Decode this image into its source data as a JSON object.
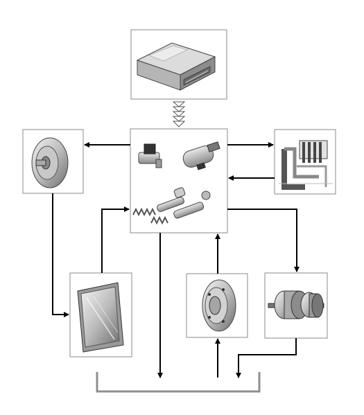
{
  "diagram": {
    "colors": {
      "box_border": "#8a8a8a",
      "arrow": "#000000",
      "sump": "#8f8f8f",
      "metal_light": "#d9d9d9",
      "metal_mid": "#a8a8a8",
      "metal_dark": "#5a5a5a"
    },
    "nodes": [
      {
        "id": "control-unit",
        "icon": "control-module-icon"
      },
      {
        "id": "valve-body",
        "icon": "solenoids-and-valves-icon"
      },
      {
        "id": "torque-converter",
        "icon": "torque-converter-icon"
      },
      {
        "id": "clutch-pack",
        "icon": "clutch-pack-icon"
      },
      {
        "id": "oil-cooler",
        "icon": "oil-cooler-icon"
      },
      {
        "id": "oil-pump",
        "icon": "oil-pump-icon"
      },
      {
        "id": "gear-set",
        "icon": "planetary-gear-set-icon"
      },
      {
        "id": "oil-sump",
        "icon": "oil-sump-icon"
      }
    ]
  }
}
